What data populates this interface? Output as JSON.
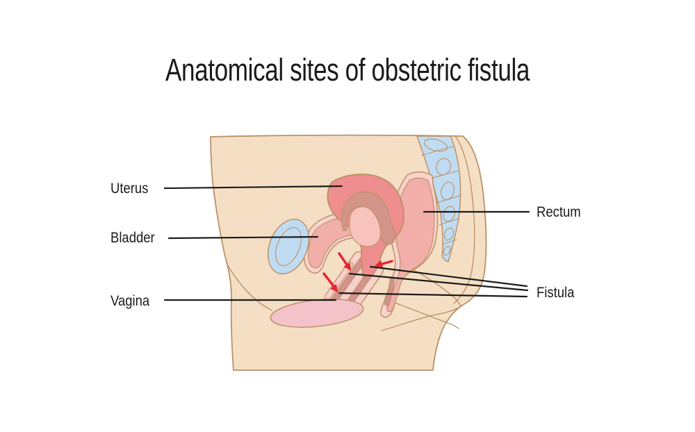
{
  "title": "Anatomical sites of obstetric fistula",
  "labels": {
    "uterus": "Uterus",
    "bladder": "Bladder",
    "vagina": "Vagina",
    "rectum": "Rectum",
    "fistula": "Fistula"
  },
  "annotations": {
    "fistula_leader_line_count": 3,
    "fistula_arrow_count": 3
  },
  "colors": {
    "background": "#ffffff",
    "text": "#1a1a1a",
    "leader_line": "#1a1a1a",
    "skin": "#f5dfc4",
    "outline_tan": "#ba9168",
    "bone_blue": "#c0dcf2",
    "organ_pale_pink": "#f9d2cc",
    "organ_medium_pink": "#f2afaa",
    "uterus_rose": "#ee8e8e",
    "lining_mauve": "#d3958a",
    "cavity_pink": "#f8c3bc",
    "canal_light_pink": "#f8cfc9",
    "wall_dusty_pink": "#d2938a",
    "vulva_pink": "#f4c3ca",
    "arrow_red": "#e62430"
  }
}
